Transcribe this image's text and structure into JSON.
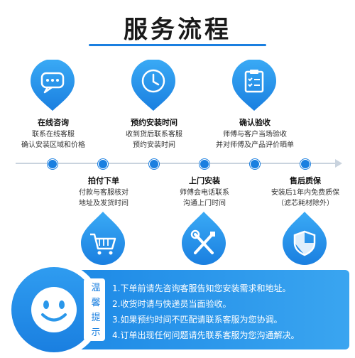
{
  "title": "服务流程",
  "colors": {
    "accent": "#1a7fe0",
    "tips_bg": "#2a97ea"
  },
  "steps_top": [
    {
      "icon": "chat-bubble-icon",
      "title": "在线咨询",
      "desc": [
        "联系在线客服",
        "确认安装区域和价格"
      ]
    },
    {
      "icon": "clock-icon",
      "title": "预约安装时间",
      "desc": [
        "收到货后联系客服",
        "预约安装时间"
      ]
    },
    {
      "icon": "checklist-icon",
      "title": "确认验收",
      "desc": [
        "师傅与客户当场验收",
        "并对师傅及产品评价晒单"
      ]
    }
  ],
  "steps_bottom": [
    {
      "icon": "shopping-cart-icon",
      "title": "拍付下单",
      "desc": [
        "付款与客服核对",
        "地址及发货时间"
      ]
    },
    {
      "icon": "tools-icon",
      "title": "上门安装",
      "desc": [
        "师傅会电话联系",
        "沟通上门时间"
      ]
    },
    {
      "icon": "shield-icon",
      "title": "售后质保",
      "desc": [
        "安装后1年内免费质保",
        "（滤芯耗材除外）"
      ]
    }
  ],
  "tips": {
    "label": [
      "温",
      "馨",
      "提",
      "示"
    ],
    "lines": [
      "1.下单前请先咨询客服告知您安装需求和地址。",
      "2.收货时请与快递员当面验收。",
      "3.如果预约时间不匹配请联系客服为您协调。",
      "4.订单出现任何问题请先联系客服为您沟通解决。"
    ]
  }
}
